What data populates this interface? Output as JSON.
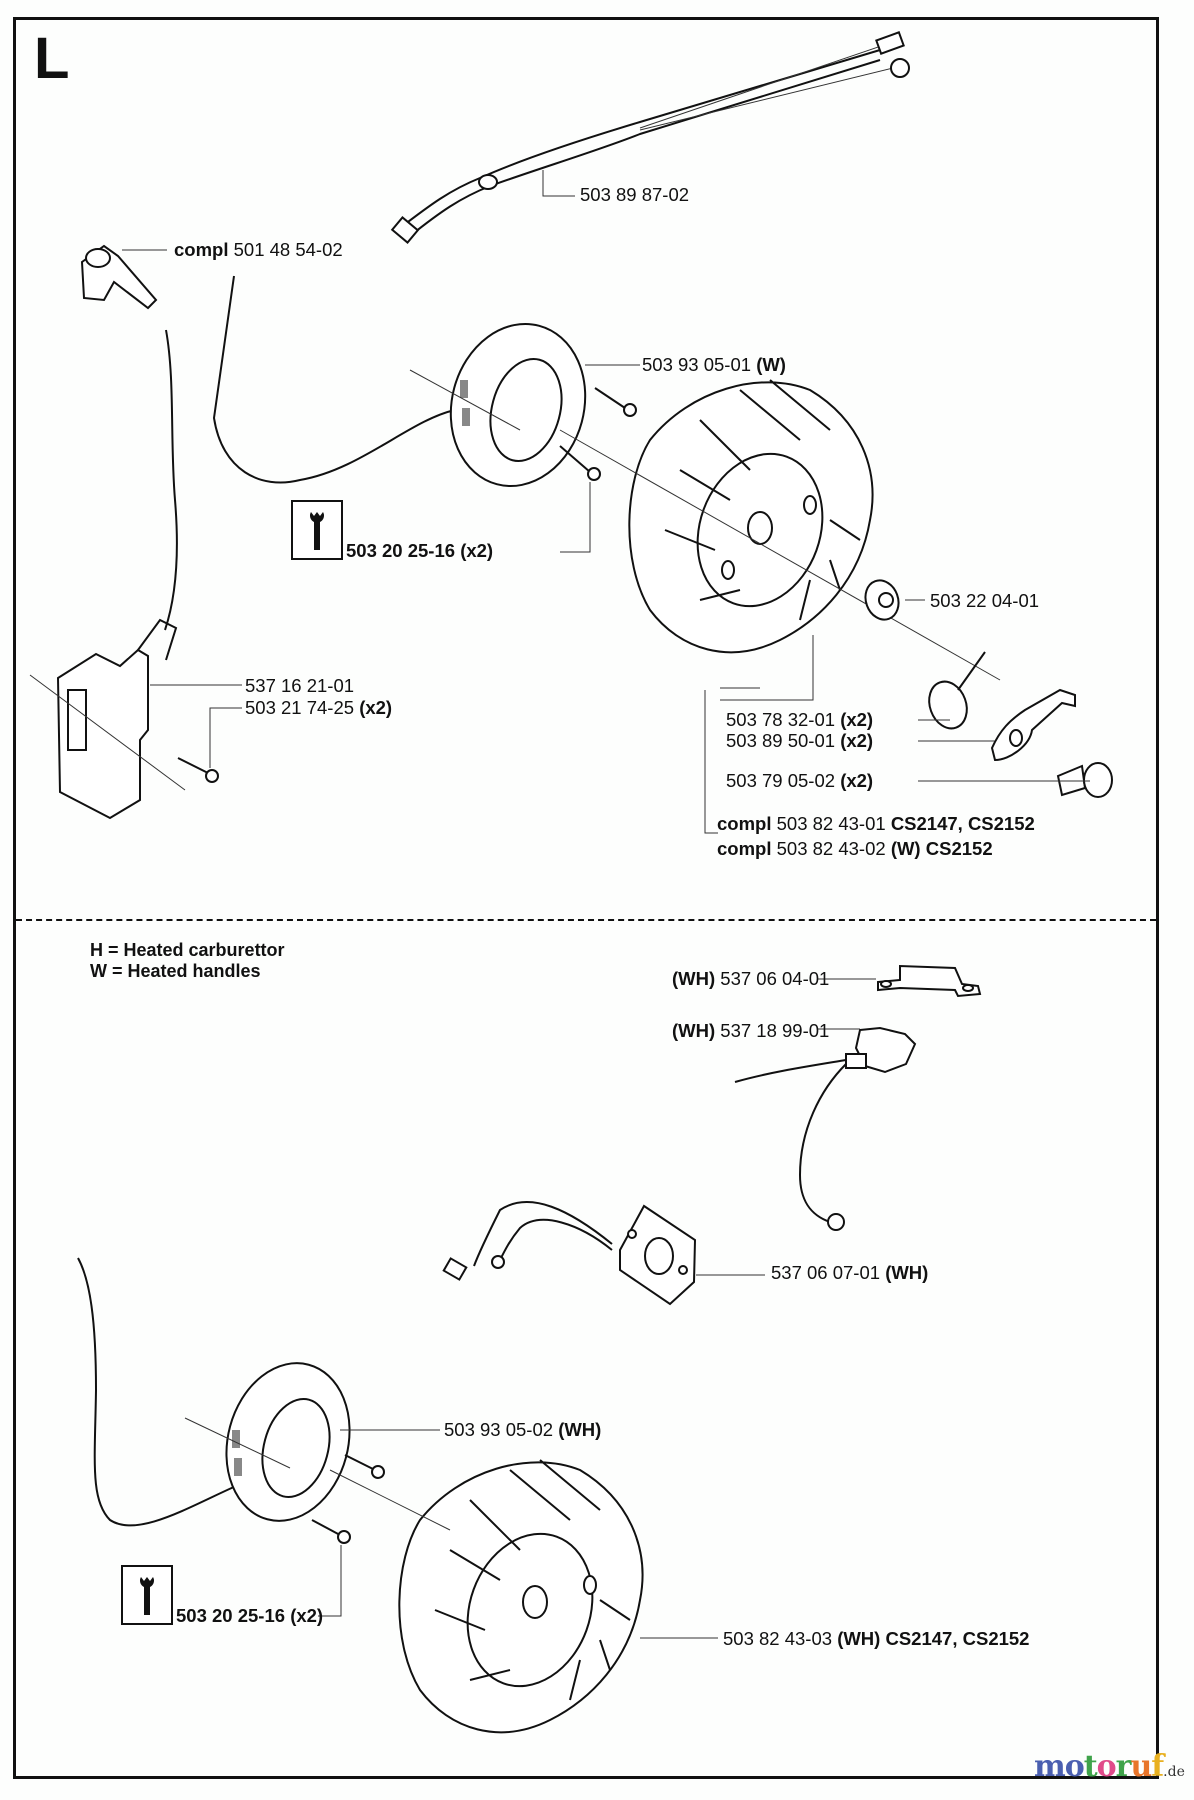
{
  "section_letter": "L",
  "labels": {
    "harness": {
      "number": "503 89 87-02"
    },
    "spark_cap": {
      "prefix": "compl",
      "number": "501 48 54-02"
    },
    "stator_w": {
      "number": "503 93 05-01",
      "suffix": "(W)"
    },
    "stator_screw_top": {
      "number": "503 20 25-16",
      "suffix": "(x2)"
    },
    "nut": {
      "number": "503 22 04-01"
    },
    "ignition_module": {
      "number": "537 16 21-01"
    },
    "module_screw": {
      "number": "503 21 74-25",
      "suffix": "(x2)"
    },
    "spring": {
      "number": "503 78 32-01",
      "suffix": "(x2)"
    },
    "pawl": {
      "number": "503 89 50-01",
      "suffix": "(x2)"
    },
    "pawl_bolt": {
      "number": "503 79 05-02",
      "suffix": "(x2)"
    },
    "flywheel_1": {
      "prefix": "compl",
      "number": "503 82 43-01",
      "models": "CS2147, CS2152"
    },
    "flywheel_2": {
      "prefix": "compl",
      "number": "503 82 43-02",
      "suffix": "(W)",
      "models": "CS2152"
    },
    "bracket": {
      "prefix": "(WH)",
      "number": "537 06 04-01"
    },
    "thermostat": {
      "prefix": "(WH)",
      "number": "537 18 99-01"
    },
    "heater_plate": {
      "number": "537 06 07-01",
      "suffix": "(WH)"
    },
    "stator_wh": {
      "number": "503 93 05-02",
      "suffix": "(WH)"
    },
    "stator_screw_bottom": {
      "number": "503 20 25-16",
      "suffix": "(x2)"
    },
    "flywheel_wh": {
      "number": "503 82 43-03",
      "suffix": "(WH)",
      "models": "CS2147, CS2152"
    }
  },
  "legend": {
    "h": "H = Heated carburettor",
    "w": "W = Heated handles"
  },
  "icons": {
    "tool": "wrench-icon"
  },
  "watermark": {
    "letters": [
      {
        "ch": "m",
        "color": "#4a5fb0"
      },
      {
        "ch": "o",
        "color": "#4a5fb0"
      },
      {
        "ch": "t",
        "color": "#3fa34a"
      },
      {
        "ch": "o",
        "color": "#e04a8a"
      },
      {
        "ch": "r",
        "color": "#3fa34a"
      },
      {
        "ch": "u",
        "color": "#e8752a"
      },
      {
        "ch": "f",
        "color": "#e8b020"
      }
    ],
    "tld": ".de"
  }
}
